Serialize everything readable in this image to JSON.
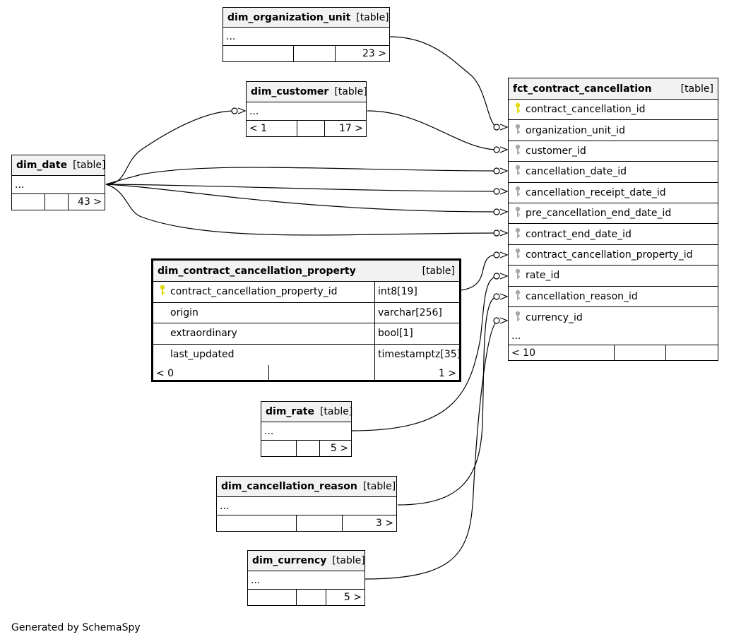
{
  "footer": "Generated by SchemaSpy",
  "tables": {
    "dim_organization_unit": {
      "name": "dim_organization_unit",
      "kind": "[table]",
      "ellipsis": "...",
      "parents": "",
      "children": "23 >"
    },
    "dim_customer": {
      "name": "dim_customer",
      "kind": "[table]",
      "ellipsis": "...",
      "parents": "< 1",
      "children": "17 >"
    },
    "dim_date": {
      "name": "dim_date",
      "kind": "[table]",
      "ellipsis": "...",
      "parents": "",
      "children": "43 >"
    },
    "dim_rate": {
      "name": "dim_rate",
      "kind": "[table]",
      "ellipsis": "...",
      "parents": "",
      "children": "5 >"
    },
    "dim_cancellation_reason": {
      "name": "dim_cancellation_reason",
      "kind": "[table]",
      "ellipsis": "...",
      "parents": "",
      "children": "3 >"
    },
    "dim_currency": {
      "name": "dim_currency",
      "kind": "[table]",
      "ellipsis": "...",
      "parents": "",
      "children": "5 >"
    },
    "dim_contract_cancellation_property": {
      "name": "dim_contract_cancellation_property",
      "kind": "[table]",
      "columns": [
        {
          "name": "contract_cancellation_property_id",
          "type": "int8[19]",
          "key": "primary"
        },
        {
          "name": "origin",
          "type": "varchar[256]",
          "key": ""
        },
        {
          "name": "extraordinary",
          "type": "bool[1]",
          "key": ""
        },
        {
          "name": "last_updated",
          "type": "timestamptz[35]",
          "key": ""
        }
      ],
      "parents": "< 0",
      "children": "1 >"
    },
    "fct_contract_cancellation": {
      "name": "fct_contract_cancellation",
      "kind": "[table]",
      "columns": [
        {
          "name": "contract_cancellation_id",
          "key": "primary"
        },
        {
          "name": "organization_unit_id",
          "key": "foreign"
        },
        {
          "name": "customer_id",
          "key": "foreign"
        },
        {
          "name": "cancellation_date_id",
          "key": "foreign"
        },
        {
          "name": "cancellation_receipt_date_id",
          "key": "foreign"
        },
        {
          "name": "pre_cancellation_end_date_id",
          "key": "foreign"
        },
        {
          "name": "contract_end_date_id",
          "key": "foreign"
        },
        {
          "name": "contract_cancellation_property_id",
          "key": "foreign"
        },
        {
          "name": "rate_id",
          "key": "foreign"
        },
        {
          "name": "cancellation_reason_id",
          "key": "foreign"
        },
        {
          "name": "currency_id",
          "key": "foreign"
        }
      ],
      "ellipsis": "...",
      "parents": "< 10",
      "children": ""
    }
  },
  "colors": {
    "primary_key": "#e0d800",
    "foreign_key": "#a8a8a8",
    "header_bg": "#f2f2f2"
  }
}
